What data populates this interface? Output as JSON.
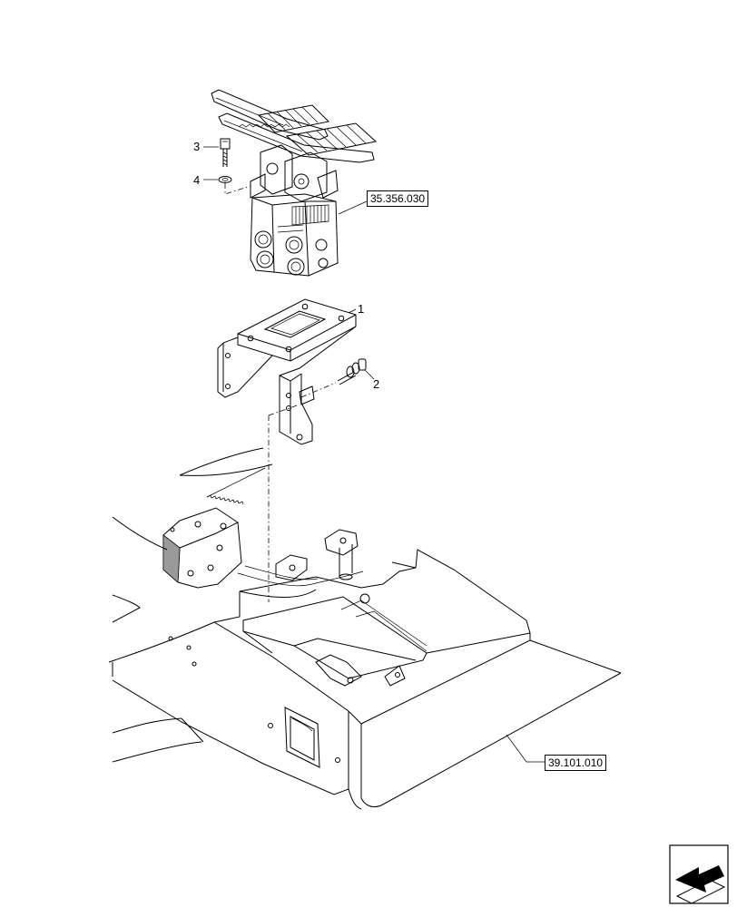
{
  "callouts": {
    "c1": "1",
    "c2": "2",
    "c3": "3",
    "c4": "4"
  },
  "references": {
    "pedal_valve": "35.356.030",
    "frame": "39.101.010"
  },
  "icons": {
    "nav": "next-page-arrow-icon"
  }
}
